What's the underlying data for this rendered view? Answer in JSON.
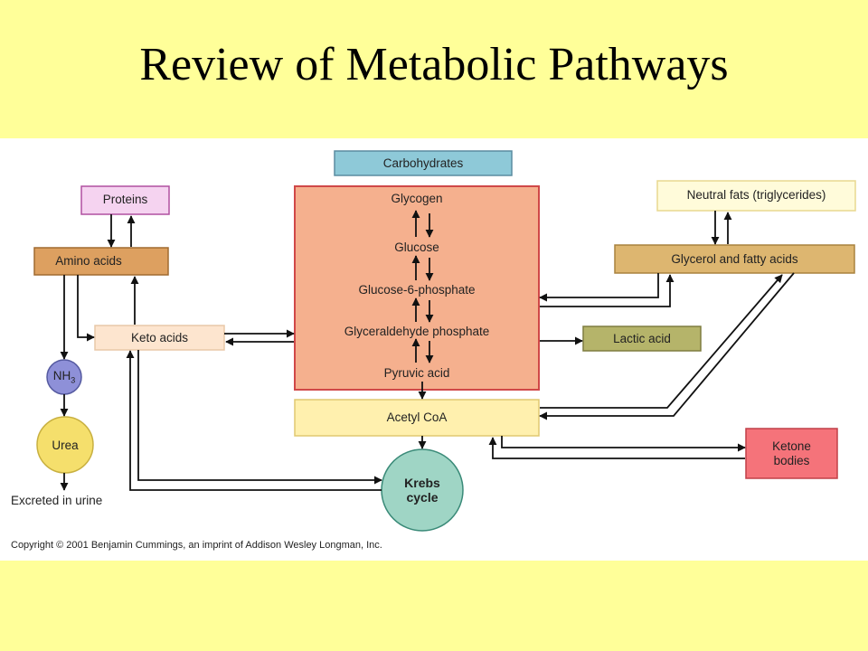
{
  "title": "Review of Metabolic Pathways",
  "nodes": {
    "carbohydrates": "Carbohydrates",
    "glycogen": "Glycogen",
    "glucose": "Glucose",
    "glucose6p": "Glucose-6-phosphate",
    "g3p": "Glyceraldehyde phosphate",
    "pyruvic": "Pyruvic acid",
    "acetyl": "Acetyl CoA",
    "krebs_1": "Krebs",
    "krebs_2": "cycle",
    "proteins": "Proteins",
    "amino": "Amino acids",
    "keto": "Keto acids",
    "nh3": "NH",
    "nh3_sub": "3",
    "urea": "Urea",
    "excreted": "Excreted in urine",
    "neutral_fats": "Neutral fats (triglycerides)",
    "glycerol": "Glycerol and fatty acids",
    "lactic": "Lactic acid",
    "ketone_1": "Ketone",
    "ketone_2": "bodies"
  },
  "copyright": "Copyright © 2001 Benjamin Cummings, an imprint of Addison Wesley Longman, Inc.",
  "colors": {
    "background": "#ffff99",
    "carbohydrates": "#8ec9d8",
    "carb_panel": "#f5b08e",
    "acetyl": "#fff0ae",
    "proteins": "#f5d3f0",
    "amino": "#dda060",
    "keto": "#fde5cf",
    "nh3": "#8e90d8",
    "urea": "#f5df6c",
    "neutral_fats": "#fffbda",
    "glycerol": "#ddb670",
    "lactic": "#b5b46a",
    "ketone": "#f5737a",
    "krebs": "#9fd5c5"
  }
}
